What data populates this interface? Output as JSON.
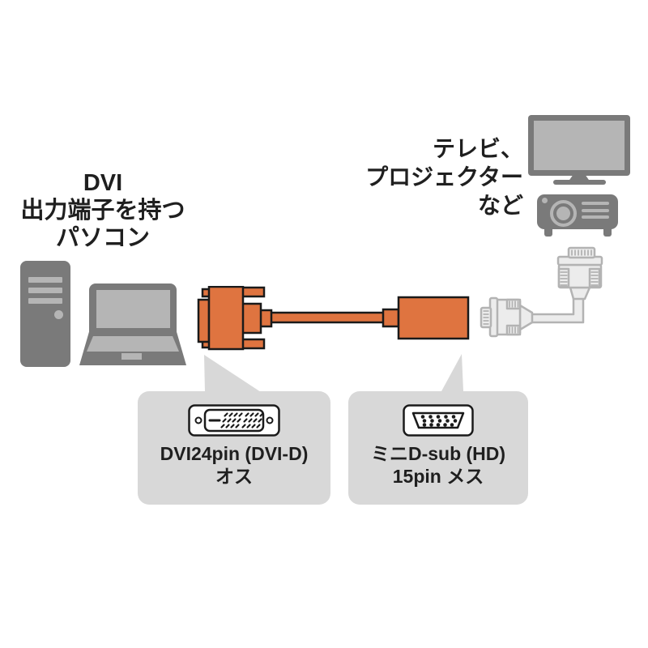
{
  "labels": {
    "source_device": "DVI\n出力端子を持つ\nパソコン",
    "target_device": "テレビ、\nプロジェクター\nなど"
  },
  "callouts": {
    "dvi": {
      "line1": "DVI24pin (DVI-D)",
      "line2": "オス"
    },
    "vga": {
      "line1": "ミニD-sub (HD)",
      "line2": "15pin メス"
    }
  },
  "icons": {
    "desktop_tower": "desktop-tower-icon",
    "laptop": "laptop-icon",
    "tv": "tv-icon",
    "projector": "projector-icon",
    "adapter": "dvi-to-vga-adapter-icon",
    "vga_cable": "vga-cable-icon",
    "dvi_face": "dvi-connector-face-icon",
    "vga_face": "vga-connector-face-icon"
  },
  "colors": {
    "adapter_orange": "#df7440",
    "outline_black": "#1a1a1a",
    "device_gray": "#7a7a7a",
    "device_gray_light": "#b5b5b5",
    "cable_gray": "#b3b3b3",
    "cable_gray_fill": "#ececec",
    "callout_bg": "#d8d8d8",
    "text_color": "#1f1f1f"
  }
}
